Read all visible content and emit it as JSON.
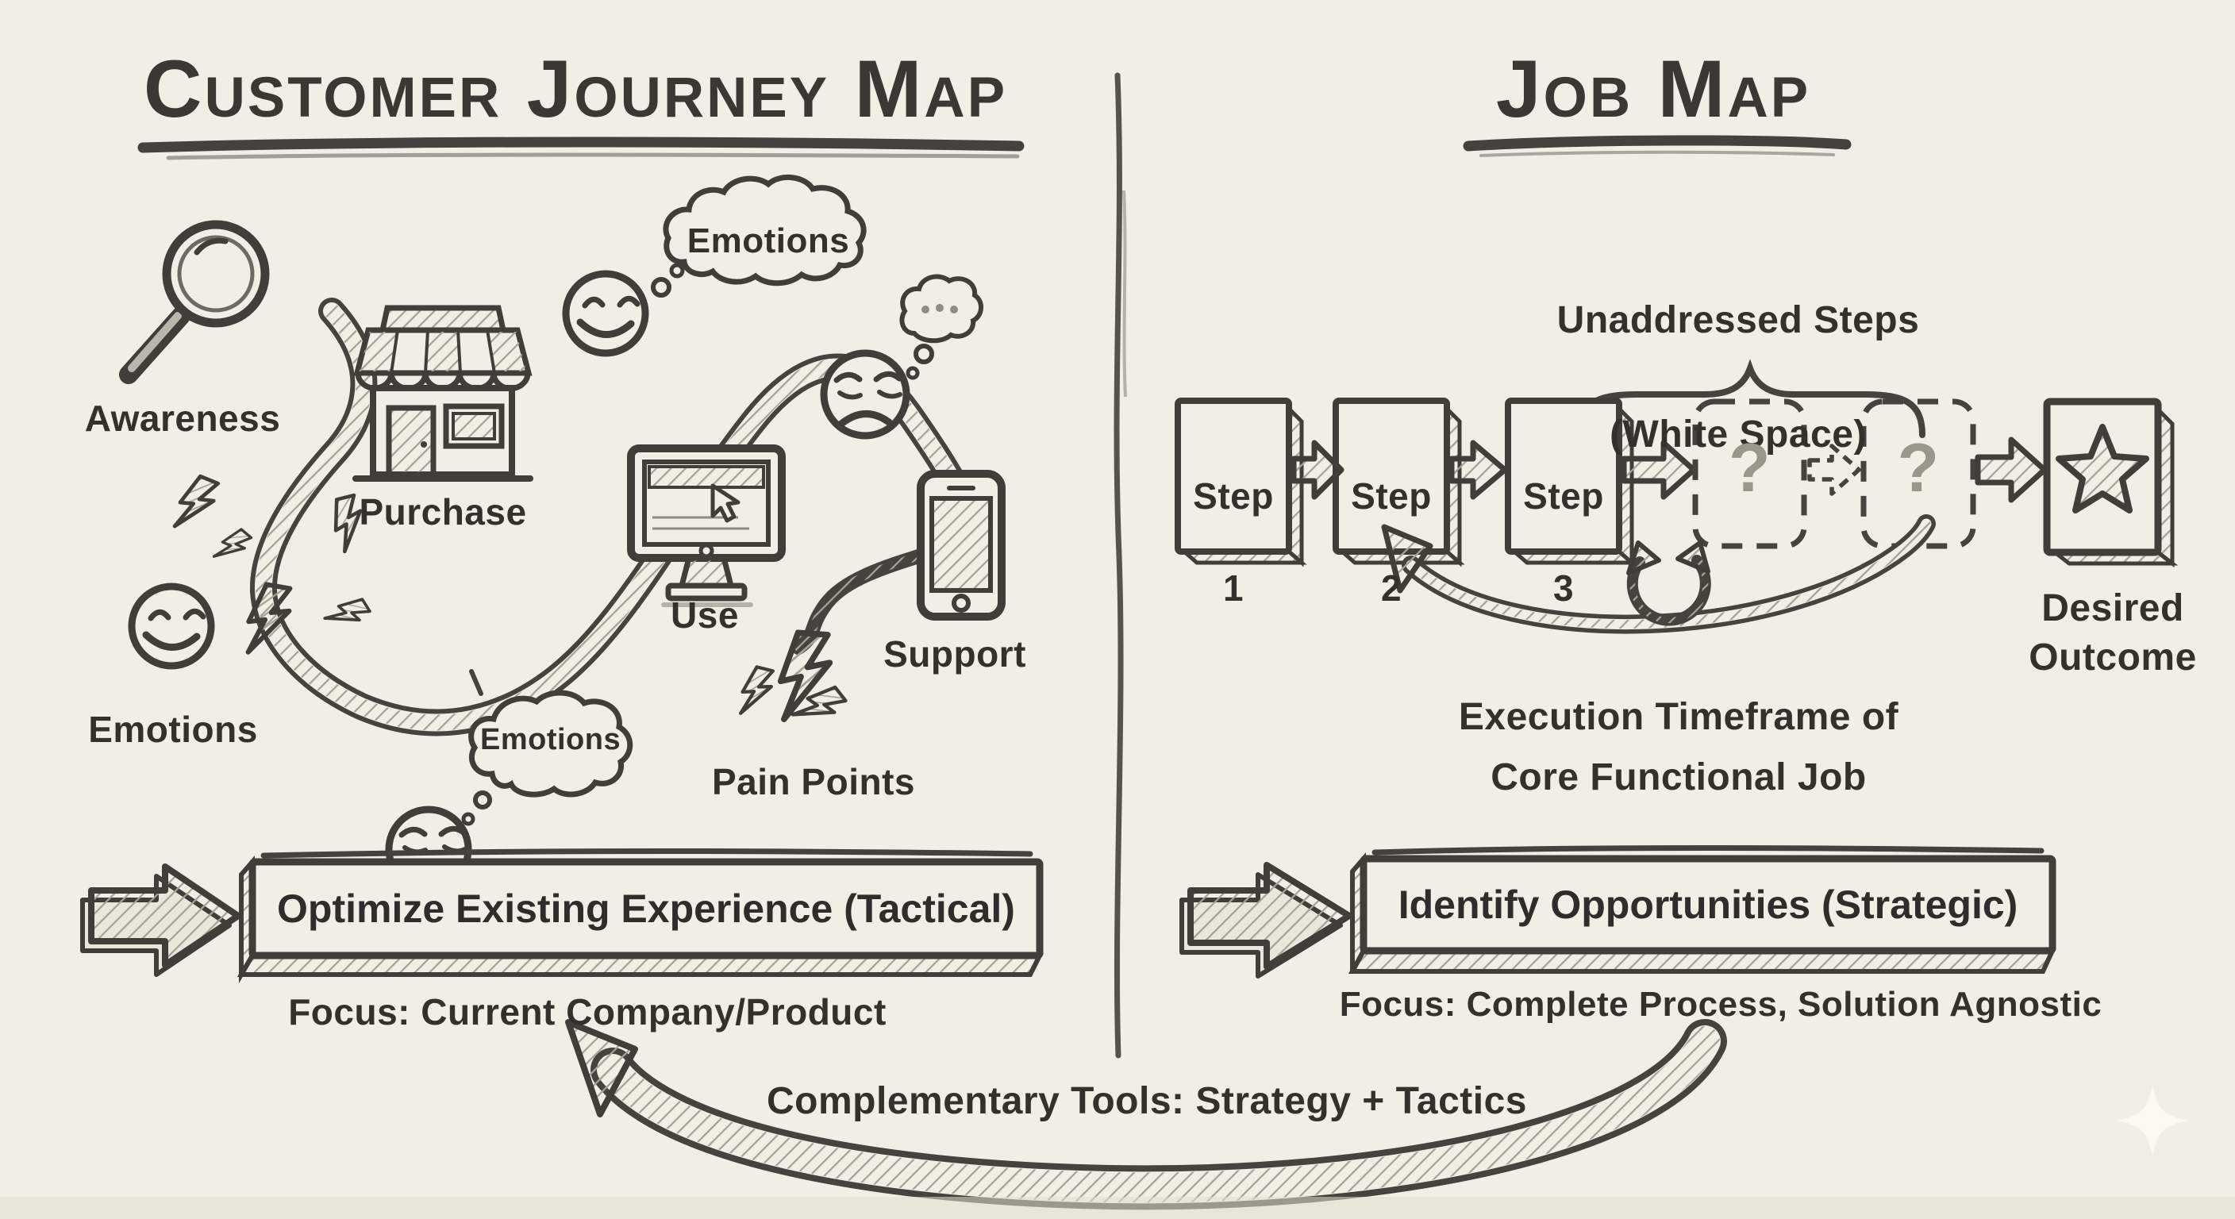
{
  "diagram": {
    "left": {
      "title": "Customer Journey Map",
      "stages": {
        "awareness": "Awareness",
        "purchase": "Purchase",
        "use": "Use",
        "support": "Support"
      },
      "emotions": {
        "top": "Emotions",
        "middle": "Emotions",
        "side": "Emotions"
      },
      "pain_points": "Pain Points",
      "conclusion": {
        "label": "Optimize Existing Experience (Tactical)",
        "focus": "Focus: Current Company/Product"
      }
    },
    "right": {
      "title": "Job Map",
      "white_space_note": {
        "line1": "Unaddressed Steps",
        "line2": "(White Space)"
      },
      "steps": [
        {
          "title": "Step",
          "number": "1"
        },
        {
          "title": "Step",
          "number": "2"
        },
        {
          "title": "Step",
          "number": "3"
        }
      ],
      "unknown_steps": [
        "?",
        "?"
      ],
      "outcome_label": "Desired Outcome",
      "execution_note": "Execution Timeframe of Core Functional Job",
      "conclusion": {
        "label": "Identify Opportunities (Strategic)",
        "focus": "Focus: Complete Process, Solution Agnostic"
      }
    },
    "footer": {
      "label": "Complementary Tools: Strategy + Tactics"
    },
    "icons": {
      "magnifier": "magnifying-glass-icon",
      "store": "storefront-icon",
      "monitor": "desktop-monitor-icon",
      "phone": "smartphone-icon",
      "happy": "happy-face-icon",
      "sad": "sad-face-icon",
      "thought": "thought-bubble-icon",
      "lightning": "lightning-bolt-icon",
      "star": "star-icon",
      "sparkle": "sparkle-icon"
    },
    "colors": {
      "paper": "#f1eee5",
      "ink": "#403e38",
      "hatch": "#a5a296",
      "muted_text": "#9a968c",
      "sparkle": "#fbf9f1"
    }
  }
}
